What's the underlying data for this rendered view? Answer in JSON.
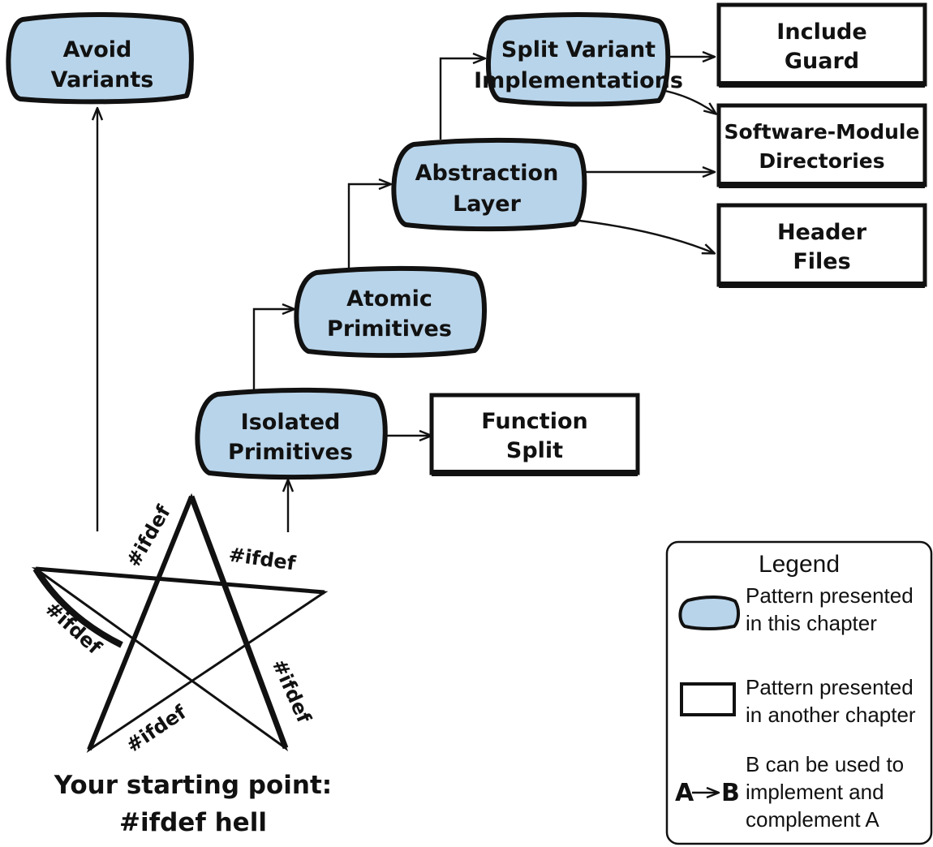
{
  "colors": {
    "pattern_this_chapter": "#b8d4ea",
    "pattern_other_chapter": "#ffffff",
    "ink": "#111111"
  },
  "nodes": {
    "avoid_variants": [
      "Avoid",
      "Variants"
    ],
    "split_variant_implementations": [
      "Split Variant",
      "Implementations"
    ],
    "include_guard": [
      "Include",
      "Guard"
    ],
    "software_module_directories": [
      "Software-Module",
      "Directories"
    ],
    "abstraction_layer": [
      "Abstraction",
      "Layer"
    ],
    "header_files": [
      "Header",
      "Files"
    ],
    "atomic_primitives": [
      "Atomic",
      "Primitives"
    ],
    "isolated_primitives": [
      "Isolated",
      "Primitives"
    ],
    "function_split": [
      "Function",
      "Split"
    ]
  },
  "star": {
    "tag": "#ifdef",
    "caption": [
      "Your starting point:",
      "#ifdef hell"
    ]
  },
  "legend": {
    "title": "Legend",
    "this_chapter": [
      "Pattern presented",
      "in this chapter"
    ],
    "another_chapter": [
      "Pattern presented",
      "in another chapter"
    ],
    "arrow_a": "A",
    "arrow_b": "B",
    "arrow_desc": [
      "B can be used to",
      "implement and",
      "complement A"
    ]
  }
}
